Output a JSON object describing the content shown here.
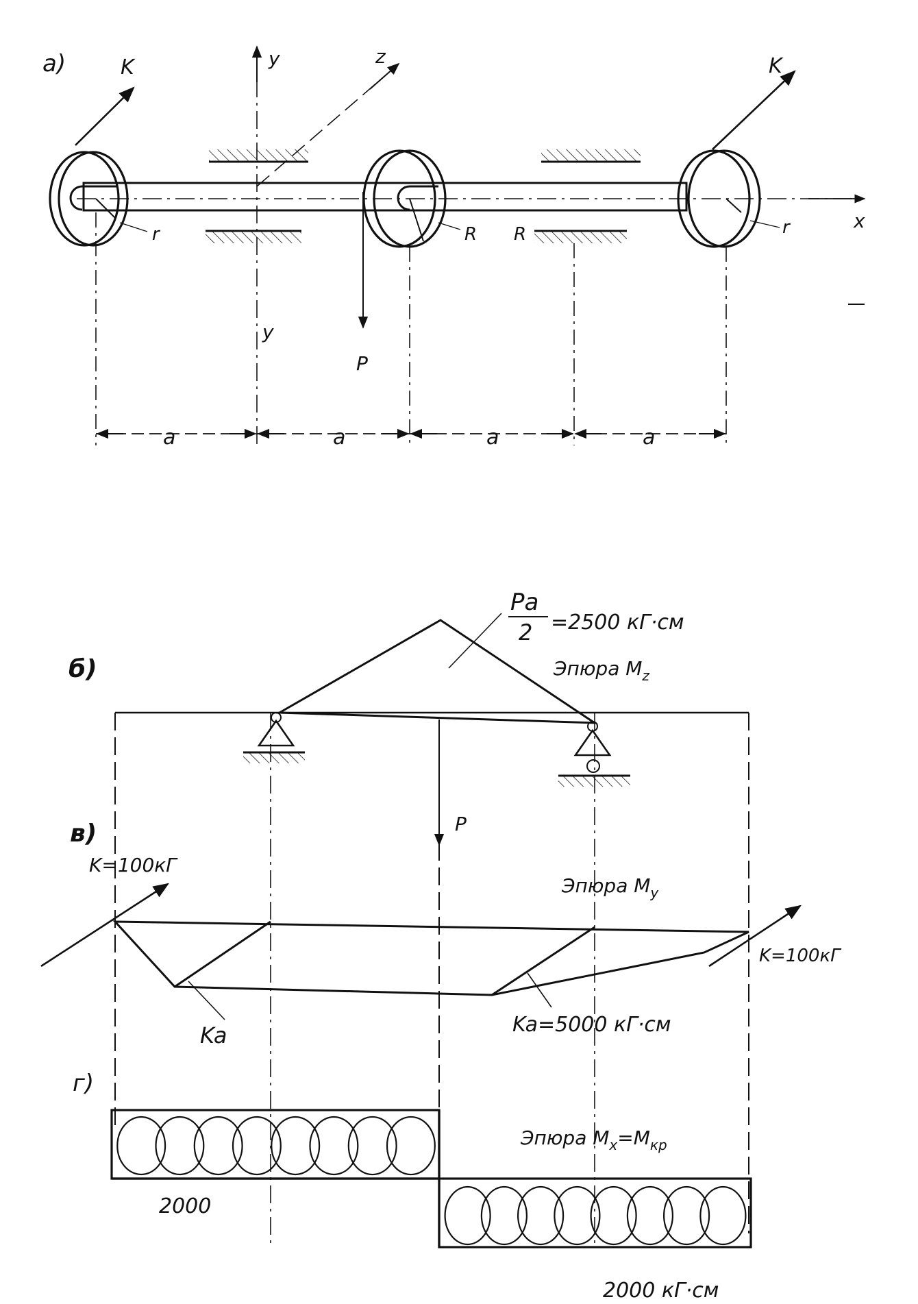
{
  "panels": {
    "a": {
      "label": "а)",
      "force_left": "K",
      "force_right": "K",
      "axis_y_top": "y",
      "axis_y_bottom": "y",
      "axis_z": "z",
      "axis_x": "x",
      "radius_left": "r",
      "radius_mid": "R",
      "radius_mid2": "R",
      "radius_right": "r",
      "load": "P",
      "span_1": "a",
      "span_2": "a",
      "span_3": "a",
      "span_4": "a"
    },
    "b": {
      "label": "б)",
      "peak_num": "Pa",
      "peak_den": "2",
      "peak_value": "=2500 кГ·см",
      "title_prefix": "Эпюра M",
      "title_sub": "z"
    },
    "v": {
      "label": "в)",
      "load": "P",
      "force_left": "K=100кГ",
      "force_right": "K=100кГ",
      "title_prefix": "Эпюра M",
      "title_sub": "y",
      "ka_left": "Ka",
      "ka_right": "Ka=5000 кГ·см"
    },
    "g": {
      "label": "г)",
      "title_prefix": "Эпюра M",
      "title_sub": "x",
      "title_eq": "=M",
      "title_sub2": "кр",
      "value_left": "2000",
      "value_right": "2000 кГ·см"
    }
  },
  "colors": {
    "ink": "#111111",
    "paper": "#ffffff"
  }
}
